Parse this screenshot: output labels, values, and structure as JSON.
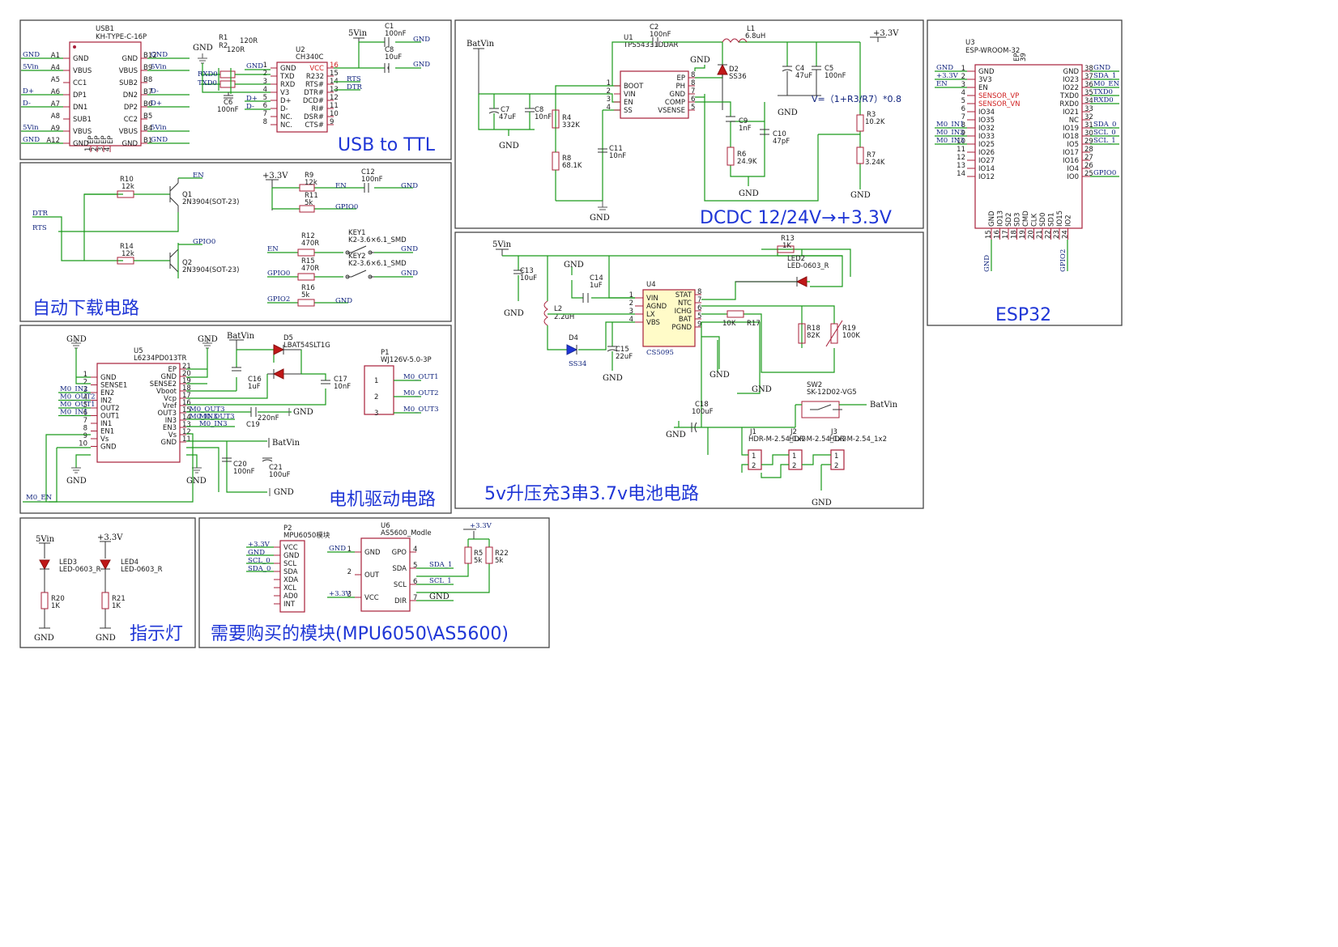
{
  "sections": {
    "usb_ttl": "USB to TTL",
    "auto_download": "自动下载电路",
    "motor_driver": "电机驱动电路",
    "indicator": "指示灯",
    "modules": "需要购买的模块(MPU6050\\AS5600)",
    "dcdc": "DCDC 12/24V→+3.3V",
    "boost": "5v升压充3串3.7v电池电路",
    "esp32": "ESP32"
  },
  "usb": {
    "ref": "USB1",
    "value": "KH-TYPE-C-16P",
    "left_pins": [
      {
        "num": "A1",
        "name": "GND",
        "net": "GND"
      },
      {
        "num": "A4",
        "name": "VBUS",
        "net": "5Vin"
      },
      {
        "num": "A5",
        "name": "CC1",
        "net": ""
      },
      {
        "num": "A6",
        "name": "DP1",
        "net": "D+"
      },
      {
        "num": "A7",
        "name": "DN1",
        "net": "D-"
      },
      {
        "num": "A8",
        "name": "SUB1",
        "net": ""
      },
      {
        "num": "A9",
        "name": "VBUS",
        "net": "5Vin"
      },
      {
        "num": "A12",
        "name": "GND",
        "net": "GND"
      }
    ],
    "right_pins": [
      {
        "num": "B12",
        "name": "GND",
        "net": "GND"
      },
      {
        "num": "B9",
        "name": "VBUS",
        "net": "5Vin"
      },
      {
        "num": "B8",
        "name": "SUB2",
        "net": ""
      },
      {
        "num": "B7",
        "name": "DN2",
        "net": "D-"
      },
      {
        "num": "B6",
        "name": "DP2",
        "net": "D+"
      },
      {
        "num": "B5",
        "name": "CC2",
        "net": ""
      },
      {
        "num": "B4",
        "name": "VBUS",
        "net": "5Vin"
      },
      {
        "num": "B1",
        "name": "GND",
        "net": "GND"
      }
    ],
    "bottom_pins": [
      "EP",
      "EP",
      "EP",
      "EP"
    ],
    "bottom_nums": [
      "1",
      "2",
      "3",
      "4"
    ]
  },
  "ch340": {
    "ref": "U2",
    "value": "CH340C",
    "left_pins": [
      {
        "num": "1",
        "name": "GND"
      },
      {
        "num": "2",
        "name": "TXD"
      },
      {
        "num": "3",
        "name": "RXD"
      },
      {
        "num": "4",
        "name": "V3"
      },
      {
        "num": "5",
        "name": "D+"
      },
      {
        "num": "6",
        "name": "D-"
      },
      {
        "num": "7",
        "name": "NC."
      },
      {
        "num": "8",
        "name": "NC."
      }
    ],
    "right_pins": [
      {
        "num": "16",
        "name": "VCC"
      },
      {
        "num": "15",
        "name": "R232"
      },
      {
        "num": "14",
        "name": "RTS#"
      },
      {
        "num": "13",
        "name": "DTR#"
      },
      {
        "num": "12",
        "name": "DCD#"
      },
      {
        "num": "11",
        "name": "RI#"
      },
      {
        "num": "10",
        "name": "DSR#"
      },
      {
        "num": "9",
        "name": "CTS#"
      }
    ],
    "left_nets": [
      "GND",
      "RXD0",
      "TXD0",
      "",
      "D+",
      "D-"
    ],
    "right_nets": [
      "RTS",
      "DTR"
    ],
    "r1": "R1",
    "r2": "R2",
    "r_val1": "120R",
    "r_val2": "120R",
    "c6": "C6",
    "c6_val": "100nF",
    "c1": "C1",
    "c1_val": "100nF",
    "c8": "C8",
    "c8_val": "10uF",
    "vin": "5Vin",
    "gnd": "GND"
  },
  "autodl": {
    "r10": "R10",
    "r10v": "12k",
    "r14": "R14",
    "r14v": "12k",
    "q1": "Q1",
    "q1v": "2N3904(SOT-23)",
    "q2": "Q2",
    "q2v": "2N3904(SOT-23)",
    "dtr": "DTR",
    "rts": "RTS",
    "en": "EN",
    "gpio0": "GPIO0",
    "v33": "+3.3V",
    "r9": "R9",
    "r9v": "12k",
    "r11": "R11",
    "r11v": "5k",
    "c12": "C12",
    "c12v": "100nF",
    "gnd": "GND",
    "r12": "R12",
    "r12v": "470R",
    "r15": "R15",
    "r15v": "470R",
    "key1": "KEY1",
    "key1v": "K2-3.6×6.1_SMD",
    "key2": "KEY2",
    "key2v": "K2-3.6×6.1_SMD",
    "r16": "R16",
    "r16v": "5k",
    "gpio2": "GPIO2"
  },
  "motor": {
    "ref": "U5",
    "value": "L6234PD013TR",
    "left_pins": [
      {
        "num": "1",
        "name": "GND",
        "net": ""
      },
      {
        "num": "2",
        "name": "SENSE1",
        "net": ""
      },
      {
        "num": "3",
        "name": "EN2",
        "net": "M0_IN2"
      },
      {
        "num": "4",
        "name": "IN2",
        "net": "M0_OUT2"
      },
      {
        "num": "5",
        "name": "OUT2",
        "net": "M0_OUT1"
      },
      {
        "num": "6",
        "name": "OUT1",
        "net": "M0_IN1"
      },
      {
        "num": "7",
        "name": "IN1",
        "net": ""
      },
      {
        "num": "8",
        "name": "EN1",
        "net": ""
      },
      {
        "num": "9",
        "name": "Vs",
        "net": ""
      },
      {
        "num": "10",
        "name": "GND",
        "net": ""
      }
    ],
    "right_pins": [
      {
        "num": "21",
        "name": "EP",
        "net": ""
      },
      {
        "num": "20",
        "name": "GND",
        "net": ""
      },
      {
        "num": "19",
        "name": "SENSE2",
        "net": ""
      },
      {
        "num": "18",
        "name": "Vboot",
        "net": ""
      },
      {
        "num": "17",
        "name": "Vcp",
        "net": ""
      },
      {
        "num": "16",
        "name": "Vref",
        "net": ""
      },
      {
        "num": "15",
        "name": "OUT3",
        "net": "M0_OUT3"
      },
      {
        "num": "14",
        "name": "IN3",
        "net": "M0_IN3"
      },
      {
        "num": "13",
        "name": "EN3",
        "net": ""
      },
      {
        "num": "12",
        "name": "Vs",
        "net": ""
      },
      {
        "num": "11",
        "name": "GND",
        "net": ""
      }
    ],
    "d5": "D5",
    "d5v": "LBAT54SLT1G",
    "batvin": "BatVin",
    "c16": "C16",
    "c16v": "1uF",
    "c17": "C17",
    "c17v": "10nF",
    "c19": "C19",
    "c19v": "220nF",
    "c20": "C20",
    "c20v": "100nF",
    "c21": "C21",
    "c21v": "100uF",
    "p1": "P1",
    "p1v": "WJ126V-5.0-3P",
    "p1_pins": [
      {
        "num": "1",
        "net": "M0_OUT1"
      },
      {
        "num": "2",
        "net": "M0_OUT2"
      },
      {
        "num": "3",
        "net": "M0_OUT3"
      }
    ],
    "m0_en": "M0_EN",
    "gnd": "GND"
  },
  "indicator": {
    "v5": "5Vin",
    "v33": "+3.3V",
    "led3": "LED3",
    "led3v": "LED-0603_R",
    "led4": "LED4",
    "led4v": "LED-0603_R",
    "r20": "R20",
    "r20v": "1K",
    "r21": "R21",
    "r21v": "1K",
    "gnd": "GND"
  },
  "modules": {
    "p2": "P2",
    "p2v": "MPU6050模块",
    "p2_pins": [
      "VCC",
      "GND",
      "SCL",
      "SDA",
      "XDA",
      "XCL",
      "AD0",
      "INT"
    ],
    "p2_nets": [
      "+3.3V",
      "GND",
      "SCL_0",
      "SDA_0"
    ],
    "u6": "U6",
    "u6v": "AS5600_Modle",
    "u6_left": [
      {
        "num": "1",
        "name": "GND",
        "net": "GND"
      },
      {
        "num": "2",
        "name": "OUT",
        "net": ""
      },
      {
        "num": "3",
        "name": "VCC",
        "net": "+3.3V"
      }
    ],
    "u6_right": [
      {
        "num": "4",
        "name": "GPO",
        "net": ""
      },
      {
        "num": "5",
        "name": "SDA",
        "net": "SDA_1"
      },
      {
        "num": "6",
        "name": "SCL",
        "net": "SCL_1"
      },
      {
        "num": "7",
        "name": "DIR",
        "net": "GND"
      }
    ],
    "r5": "R5",
    "r5v": "5k",
    "r22": "R22",
    "r22v": "5k",
    "v33": "+3.3V"
  },
  "dcdc": {
    "batvin": "BatVin",
    "u1": "U1",
    "u1v": "TPS54331DDAR",
    "left_pins": [
      {
        "num": "1",
        "name": "BOOT"
      },
      {
        "num": "2",
        "name": "VIN"
      },
      {
        "num": "3",
        "name": "EN"
      },
      {
        "num": "4",
        "name": "SS"
      }
    ],
    "right_pins": [
      {
        "num": "8",
        "name": "EP"
      },
      {
        "num": "8",
        "name": "PH"
      },
      {
        "num": "7",
        "name": "GND"
      },
      {
        "num": "6",
        "name": "COMP"
      },
      {
        "num": "5",
        "name": "VSENSE"
      }
    ],
    "c2": "C2",
    "c2v": "100nF",
    "l1": "L1",
    "l1v": "6.8uH",
    "d2": "D2",
    "d2v": "SS36",
    "c4": "C4",
    "c4v": "47uF",
    "c5": "C5",
    "c5v": "100nF",
    "v33": "+3.3V",
    "c7": "C7",
    "c7v": "47uF",
    "c8": "C8",
    "c8v": "10nF",
    "r4": "R4",
    "r4v": "332K",
    "r8": "R8",
    "r8v": "68.1K",
    "c11": "C11",
    "c11v": "10nF",
    "c9": "C9",
    "c9v": "1nF",
    "r6": "R6",
    "r6v": "24.9K",
    "c10": "C10",
    "c10v": "47pF",
    "r3": "R3",
    "r3v": "10.2K",
    "r7": "R7",
    "r7v": "3.24K",
    "formula": "V=（1+R3/R7）*0.8",
    "gnd": "GND"
  },
  "boost": {
    "v5": "5Vin",
    "c13": "C13",
    "c13v": "10uF",
    "l2": "L2",
    "l2v": "2.2uH",
    "d4": "D4",
    "d4v": "SS34",
    "c14": "C14",
    "c14v": "1uF",
    "c15": "C15",
    "c15v": "22uF",
    "u4": "U4",
    "u4v": "CS5095",
    "left_pins": [
      {
        "num": "1",
        "name": "VIN"
      },
      {
        "num": "2",
        "name": "AGND"
      },
      {
        "num": "3",
        "name": "LX"
      },
      {
        "num": "4",
        "name": "VBS"
      }
    ],
    "right_pins": [
      {
        "num": "8",
        "name": "STAT"
      },
      {
        "num": "7",
        "name": "NTC"
      },
      {
        "num": "6",
        "name": "ICHG"
      },
      {
        "num": "5",
        "name": "BAT"
      },
      {
        "num": "9",
        "name": "PGND"
      }
    ],
    "r13": "R13",
    "r13v": "1K",
    "led2": "LED2",
    "led2v": "LED-0603_R",
    "r17": "R17",
    "r17v": "10K",
    "r18": "R18",
    "r18v": "82K",
    "r19": "R19",
    "r19v": "100K",
    "c18": "C18",
    "c18v": "100uF",
    "sw2": "SW2",
    "sw2v": "SK-12D02-VG5",
    "batvin": "BatVin",
    "j1": "J1",
    "j1v": "HDR-M-2.54_1x2",
    "j2": "J2",
    "j2v": "HDR-M-2.54_1x2",
    "j3": "J3",
    "j3v": "HDR-M-2.54_1x2",
    "gnd": "GND"
  },
  "esp32": {
    "ref": "U3",
    "value": "ESP-WROOM-32",
    "left_pins": [
      {
        "num": "1",
        "name": "GND",
        "net": "GND"
      },
      {
        "num": "2",
        "name": "3V3",
        "net": "+3.3V"
      },
      {
        "num": "3",
        "name": "EN",
        "net": "EN"
      },
      {
        "num": "4",
        "name": "SENSOR_VP",
        "net": ""
      },
      {
        "num": "5",
        "name": "SENSOR_VN",
        "net": ""
      },
      {
        "num": "6",
        "name": "IO34",
        "net": ""
      },
      {
        "num": "7",
        "name": "IO35",
        "net": ""
      },
      {
        "num": "8",
        "name": "IO32",
        "net": "M0_IN1"
      },
      {
        "num": "9",
        "name": "IO33",
        "net": "M0_IN2"
      },
      {
        "num": "10",
        "name": "IO25",
        "net": "M0_IN3"
      },
      {
        "num": "11",
        "name": "IO26",
        "net": ""
      },
      {
        "num": "12",
        "name": "IO27",
        "net": ""
      },
      {
        "num": "13",
        "name": "IO14",
        "net": ""
      },
      {
        "num": "14",
        "name": "IO12",
        "net": ""
      }
    ],
    "right_pins": [
      {
        "num": "38",
        "name": "GND",
        "net": "GND"
      },
      {
        "num": "37",
        "name": "IO23",
        "net": "SDA_1"
      },
      {
        "num": "36",
        "name": "IO22",
        "net": "M0_EN"
      },
      {
        "num": "35",
        "name": "TXD0",
        "net": "TXD0"
      },
      {
        "num": "34",
        "name": "RXD0",
        "net": "RXD0"
      },
      {
        "num": "33",
        "name": "IO21",
        "net": ""
      },
      {
        "num": "32",
        "name": "NC",
        "net": ""
      },
      {
        "num": "31",
        "name": "IO19",
        "net": "SDA_0"
      },
      {
        "num": "30",
        "name": "IO18",
        "net": "SCL_0"
      },
      {
        "num": "29",
        "name": "IO5",
        "net": "SCL_1"
      },
      {
        "num": "28",
        "name": "IO17",
        "net": ""
      },
      {
        "num": "27",
        "name": "IO16",
        "net": ""
      },
      {
        "num": "26",
        "name": "IO4",
        "net": ""
      },
      {
        "num": "25",
        "name": "IO0",
        "net": "GPIO0"
      }
    ],
    "bottom_pins": [
      {
        "num": "15",
        "name": "GND"
      },
      {
        "num": "16",
        "name": "IO13"
      },
      {
        "num": "17",
        "name": "SD2"
      },
      {
        "num": "18",
        "name": "SD3"
      },
      {
        "num": "19",
        "name": "CMD"
      },
      {
        "num": "20",
        "name": "CLK"
      },
      {
        "num": "21",
        "name": "SD0"
      },
      {
        "num": "22",
        "name": "SD1"
      },
      {
        "num": "23",
        "name": "IO15"
      },
      {
        "num": "24",
        "name": "IO2"
      }
    ],
    "bottom_nets": [
      "GND",
      "GPIO2"
    ],
    "ep_label": "EP",
    "ep_num": "39"
  }
}
